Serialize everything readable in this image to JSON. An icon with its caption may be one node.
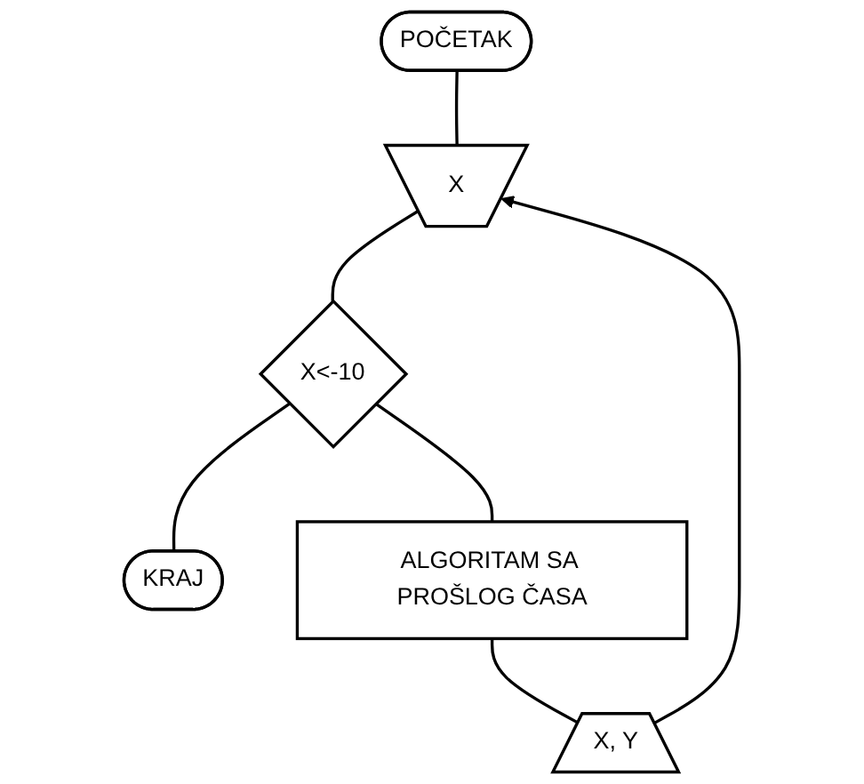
{
  "diagram": {
    "nodes": [
      {
        "text": [
          "POČETAK"
        ]
      },
      {
        "text": [
          "X"
        ]
      },
      {
        "text": [
          "X<-10"
        ]
      },
      {
        "text": [
          "KRAJ"
        ]
      },
      {
        "text": [
          "ALGORITAM SA PROŠLOG ČASA"
        ]
      },
      {
        "text": [
          "X, Y"
        ]
      }
    ],
    "edges": [
      {
        "from": 0,
        "to": 1,
        "arrow": "none"
      },
      {
        "from": 1,
        "to": 2,
        "arrow": "none"
      },
      {
        "from": 2,
        "to": 3,
        "arrow": "none"
      },
      {
        "from": 2,
        "to": 4,
        "arrow": "none"
      },
      {
        "from": 4,
        "to": 5,
        "arrow": "none"
      },
      {
        "from": 5,
        "to": 1,
        "arrow": "to"
      }
    ]
  }
}
